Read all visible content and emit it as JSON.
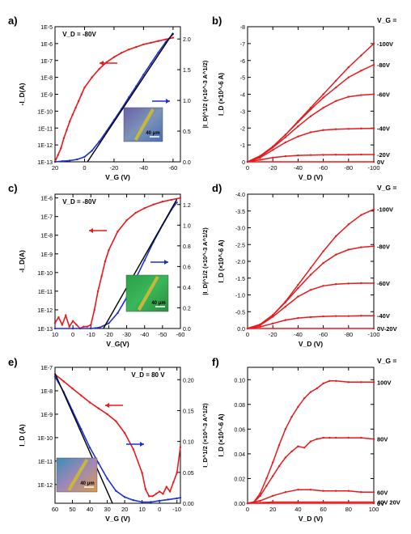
{
  "figure": {
    "colors": {
      "red": "#e8191c",
      "blue": "#1c2fd6",
      "black": "#000000",
      "axis": "#000000"
    },
    "scale_bar_label": "40 μm"
  },
  "chart_data": [
    {
      "id": "a",
      "panel_label": "a)",
      "type": "line",
      "annotation": "V_D = -80V",
      "xlabel": "V_G (V)",
      "ylabel_left": "-I_D(A)",
      "ylabel_right": "|I_D|^1/2 (×10^-3 A^1/2)",
      "x_ticks": [
        20,
        0,
        -20,
        -40,
        -60
      ],
      "xlim": [
        20,
        -65
      ],
      "x_reversed": true,
      "yleft_log": true,
      "yleft_ticks": [
        "1E-13",
        "1E-12",
        "1E-11",
        "1E-10",
        "1E-9",
        "1E-8",
        "1E-7",
        "1E-6",
        "1E-5"
      ],
      "yleft_lim": [
        -13,
        -5
      ],
      "yright_ticks": [
        "0.0",
        "0.5",
        "1.0",
        "1.5",
        "2.0"
      ],
      "yright_lim": [
        0,
        2.2
      ],
      "series": [
        {
          "axis": "left",
          "color": "red",
          "x": [
            20,
            18,
            16,
            14,
            12,
            10,
            8,
            6,
            4,
            2,
            0,
            -5,
            -10,
            -15,
            -20,
            -25,
            -30,
            -35,
            -40,
            -45,
            -50,
            -55,
            -60
          ],
          "y": [
            -13,
            -12.6,
            -12.2,
            -11.6,
            -11.1,
            -10.6,
            -10.2,
            -9.8,
            -9.4,
            -9.0,
            -8.6,
            -8.0,
            -7.5,
            -7.1,
            -6.8,
            -6.55,
            -6.35,
            -6.2,
            -6.05,
            -5.95,
            -5.85,
            -5.75,
            -5.65
          ]
        },
        {
          "axis": "right",
          "color": "blue",
          "x": [
            20,
            15,
            10,
            5,
            0,
            -5,
            -10,
            -15,
            -20,
            -25,
            -30,
            -35,
            -40,
            -45,
            -50,
            -55,
            -60
          ],
          "y": [
            0,
            0.01,
            0.02,
            0.04,
            0.08,
            0.18,
            0.33,
            0.5,
            0.68,
            0.86,
            1.05,
            1.23,
            1.42,
            1.6,
            1.78,
            1.95,
            2.08
          ]
        },
        {
          "axis": "right",
          "color": "black",
          "x": [
            -2,
            -60
          ],
          "y": [
            0,
            2.1
          ]
        }
      ],
      "arrows": [
        {
          "dir": "left",
          "color": "red"
        },
        {
          "dir": "right",
          "color": "blue"
        }
      ]
    },
    {
      "id": "b",
      "panel_label": "b)",
      "type": "line",
      "annotation": "V_G =",
      "xlabel": "V_D (V)",
      "ylabel": "I_D (×10^-6 A)",
      "x_ticks": [
        0,
        -20,
        -40,
        -60,
        -80,
        -100
      ],
      "xlim": [
        0,
        -100
      ],
      "y_ticks": [
        "0",
        "-1",
        "-2",
        "-3",
        "-4",
        "-5",
        "-6",
        "-7",
        "-8"
      ],
      "ylim": [
        0,
        -8
      ],
      "series": [
        {
          "name": "-100V",
          "color": "red",
          "x": [
            0,
            -10,
            -20,
            -30,
            -40,
            -50,
            -60,
            -70,
            -80,
            -90,
            -100
          ],
          "y": [
            0,
            -0.35,
            -0.9,
            -1.6,
            -2.4,
            -3.2,
            -4.0,
            -4.8,
            -5.6,
            -6.3,
            -7.0
          ]
        },
        {
          "name": "-80V",
          "color": "red",
          "x": [
            0,
            -10,
            -20,
            -30,
            -40,
            -50,
            -60,
            -70,
            -80,
            -90,
            -100
          ],
          "y": [
            0,
            -0.35,
            -0.9,
            -1.6,
            -2.35,
            -3.1,
            -3.8,
            -4.4,
            -5.0,
            -5.4,
            -5.75
          ]
        },
        {
          "name": "-60V",
          "color": "red",
          "x": [
            0,
            -10,
            -20,
            -30,
            -40,
            -50,
            -60,
            -70,
            -80,
            -90,
            -100
          ],
          "y": [
            0,
            -0.3,
            -0.85,
            -1.45,
            -2.1,
            -2.7,
            -3.2,
            -3.6,
            -3.85,
            -3.95,
            -4.0
          ]
        },
        {
          "name": "-40V",
          "color": "red",
          "x": [
            0,
            -10,
            -20,
            -30,
            -40,
            -50,
            -60,
            -70,
            -80,
            -90,
            -100
          ],
          "y": [
            0,
            -0.25,
            -0.7,
            -1.15,
            -1.5,
            -1.75,
            -1.88,
            -1.93,
            -1.95,
            -1.97,
            -1.98
          ]
        },
        {
          "name": "-20V",
          "color": "red",
          "x": [
            0,
            -10,
            -20,
            -30,
            -40,
            -50,
            -60,
            -70,
            -80,
            -90,
            -100
          ],
          "y": [
            0,
            -0.12,
            -0.25,
            -0.33,
            -0.38,
            -0.4,
            -0.41,
            -0.42,
            -0.42,
            -0.43,
            -0.43
          ]
        },
        {
          "name": "0V",
          "color": "red",
          "x": [
            0,
            -100
          ],
          "y": [
            0,
            0
          ]
        }
      ]
    },
    {
      "id": "c",
      "panel_label": "c)",
      "type": "line",
      "annotation": "V_D = -80V",
      "xlabel": "V_G(V)",
      "ylabel_left": "-I_D(A)",
      "ylabel_right": "|I_D|^1/2 (×10^-3 A^1/2)",
      "x_ticks": [
        10,
        0,
        -10,
        -20,
        -30,
        -40,
        -50,
        -60
      ],
      "xlim": [
        10,
        -60
      ],
      "x_reversed": true,
      "yleft_log": true,
      "yleft_ticks": [
        "1E-13",
        "1E-12",
        "1E-11",
        "1E-10",
        "1E-9",
        "1E-8",
        "1E-7",
        "1E-6"
      ],
      "yleft_lim": [
        -13,
        -5.8
      ],
      "yright_ticks": [
        "0.0",
        "0.2",
        "0.4",
        "0.6",
        "0.8",
        "1.0",
        "1.2"
      ],
      "yright_lim": [
        0,
        1.3
      ],
      "series": [
        {
          "axis": "left",
          "color": "red",
          "x": [
            10,
            8,
            6,
            4,
            2,
            0,
            -2,
            -4,
            -6,
            -8,
            -10,
            -12,
            -14,
            -16,
            -18,
            -20,
            -25,
            -30,
            -35,
            -40,
            -45,
            -50,
            -55,
            -60
          ],
          "y": [
            -12.7,
            -12.4,
            -12.8,
            -12.3,
            -12.9,
            -12.6,
            -12.8,
            -13,
            -12.9,
            -12.9,
            -12.8,
            -12,
            -11,
            -10.2,
            -9.4,
            -8.8,
            -7.8,
            -7.2,
            -6.8,
            -6.55,
            -6.35,
            -6.2,
            -6.1,
            -6.0
          ]
        },
        {
          "axis": "right",
          "color": "blue",
          "x": [
            10,
            0,
            -10,
            -15,
            -20,
            -25,
            -30,
            -35,
            -40,
            -45,
            -50,
            -55,
            -58
          ],
          "y": [
            0,
            0,
            0,
            0.01,
            0.05,
            0.15,
            0.3,
            0.48,
            0.66,
            0.84,
            1.0,
            1.15,
            1.22
          ]
        },
        {
          "axis": "right",
          "color": "black",
          "x": [
            -17,
            -58
          ],
          "y": [
            0,
            1.25
          ]
        }
      ],
      "arrows": [
        {
          "dir": "left",
          "color": "red"
        },
        {
          "dir": "right",
          "color": "blue"
        }
      ]
    },
    {
      "id": "d",
      "panel_label": "d)",
      "type": "line",
      "annotation": "V_G =",
      "xlabel": "V_D (V)",
      "ylabel": "I_D (×10^-6 A)",
      "x_ticks": [
        0,
        -20,
        -40,
        -60,
        -80,
        -100
      ],
      "xlim": [
        0,
        -100
      ],
      "y_ticks": [
        "0.0",
        "-0.5",
        "-1.0",
        "-1.5",
        "-2.0",
        "-2.5",
        "-3.0",
        "-3.5",
        "-4.0"
      ],
      "ylim": [
        0,
        -4
      ],
      "series": [
        {
          "name": "-100V",
          "color": "red",
          "x": [
            0,
            -10,
            -20,
            -30,
            -40,
            -50,
            -60,
            -70,
            -80,
            -90,
            -100
          ],
          "y": [
            0,
            -0.12,
            -0.4,
            -0.8,
            -1.3,
            -1.8,
            -2.3,
            -2.75,
            -3.1,
            -3.38,
            -3.55
          ]
        },
        {
          "name": "-80V",
          "color": "red",
          "x": [
            0,
            -10,
            -20,
            -30,
            -40,
            -50,
            -60,
            -70,
            -80,
            -90,
            -100
          ],
          "y": [
            0,
            -0.12,
            -0.4,
            -0.78,
            -1.2,
            -1.6,
            -1.95,
            -2.2,
            -2.35,
            -2.42,
            -2.45
          ]
        },
        {
          "name": "-60V",
          "color": "red",
          "x": [
            0,
            -10,
            -20,
            -30,
            -40,
            -50,
            -60,
            -70,
            -80,
            -90,
            -100
          ],
          "y": [
            0,
            -0.1,
            -0.35,
            -0.65,
            -0.95,
            -1.15,
            -1.27,
            -1.32,
            -1.34,
            -1.35,
            -1.35
          ]
        },
        {
          "name": "-40V",
          "color": "red",
          "x": [
            0,
            -10,
            -20,
            -30,
            -40,
            -50,
            -60,
            -70,
            -80,
            -90,
            -100
          ],
          "y": [
            0,
            -0.05,
            -0.15,
            -0.25,
            -0.31,
            -0.34,
            -0.36,
            -0.37,
            -0.37,
            -0.38,
            -0.38
          ]
        },
        {
          "name": "0V-20V",
          "color": "red",
          "x": [
            0,
            -100
          ],
          "y": [
            0,
            0
          ]
        }
      ]
    },
    {
      "id": "e",
      "panel_label": "e)",
      "type": "line",
      "annotation": "V_D = 80 V",
      "xlabel": "V_G (V)",
      "ylabel_left": "I_D (A)",
      "ylabel_right": "I_D^1/2 (×10^-3 A^1/2)",
      "x_ticks": [
        60,
        50,
        40,
        30,
        20,
        10,
        0,
        -10
      ],
      "xlim": [
        60,
        -12
      ],
      "x_reversed": true,
      "yleft_log": true,
      "yleft_ticks": [
        "1E-12",
        "1E-11",
        "1E-10",
        "1E-9",
        "1E-8",
        "1E-7"
      ],
      "yleft_lim": [
        -12.8,
        -7
      ],
      "yright_ticks": [
        "0.00",
        "0.05",
        "0.10",
        "0.15",
        "0.20"
      ],
      "yright_lim": [
        0,
        0.22
      ],
      "series": [
        {
          "axis": "left",
          "color": "red",
          "x": [
            60,
            55,
            50,
            45,
            40,
            35,
            30,
            25,
            20,
            15,
            10,
            8,
            6,
            4,
            2,
            0,
            -2,
            -4,
            -6,
            -8,
            -10,
            -12
          ],
          "y": [
            -7.3,
            -7.6,
            -7.9,
            -8.2,
            -8.5,
            -8.75,
            -9.0,
            -9.3,
            -9.8,
            -10.5,
            -11.5,
            -12.2,
            -12.5,
            -12.5,
            -12.4,
            -12.3,
            -12.4,
            -12.1,
            -12.3,
            -11.9,
            -11.5,
            -10.4
          ]
        },
        {
          "axis": "right",
          "color": "blue",
          "x": [
            60,
            55,
            50,
            45,
            40,
            35,
            30,
            25,
            20,
            15,
            10,
            5,
            0,
            -5,
            -10,
            -12
          ],
          "y": [
            0.205,
            0.18,
            0.15,
            0.12,
            0.09,
            0.065,
            0.04,
            0.02,
            0.01,
            0.005,
            0.002,
            0.002,
            0.004,
            0.006,
            0.008,
            0.009
          ]
        },
        {
          "axis": "right",
          "color": "black",
          "x": [
            60,
            27
          ],
          "y": [
            0.21,
            0
          ]
        }
      ],
      "arrows": [
        {
          "dir": "left",
          "color": "red"
        },
        {
          "dir": "right",
          "color": "blue"
        }
      ]
    },
    {
      "id": "f",
      "panel_label": "f)",
      "type": "line",
      "annotation": "V_G =",
      "xlabel": "V_D (V)",
      "ylabel": "I_D (×10^-6 A)",
      "x_ticks": [
        0,
        20,
        40,
        60,
        80,
        100
      ],
      "xlim": [
        0,
        100
      ],
      "y_ticks": [
        "0.00",
        "0.02",
        "0.04",
        "0.06",
        "0.08",
        "0.10"
      ],
      "ylim": [
        0,
        0.11
      ],
      "series": [
        {
          "name": "100V",
          "color": "red",
          "x": [
            0,
            5,
            10,
            15,
            20,
            25,
            30,
            35,
            40,
            45,
            50,
            55,
            60,
            65,
            70,
            80,
            90,
            100
          ],
          "y": [
            0,
            0.001,
            0.008,
            0.02,
            0.033,
            0.047,
            0.06,
            0.07,
            0.078,
            0.085,
            0.09,
            0.093,
            0.097,
            0.099,
            0.099,
            0.098,
            0.098,
            0.098
          ]
        },
        {
          "name": "80V",
          "color": "red",
          "x": [
            0,
            5,
            10,
            15,
            20,
            25,
            30,
            35,
            40,
            45,
            50,
            55,
            60,
            65,
            70,
            80,
            90,
            100
          ],
          "y": [
            0,
            0.001,
            0.006,
            0.014,
            0.022,
            0.03,
            0.037,
            0.042,
            0.046,
            0.045,
            0.05,
            0.052,
            0.053,
            0.053,
            0.053,
            0.053,
            0.053,
            0.052
          ]
        },
        {
          "name": "60V",
          "color": "red",
          "x": [
            0,
            10,
            20,
            30,
            40,
            50,
            60,
            70,
            80,
            90,
            100
          ],
          "y": [
            0,
            0.002,
            0.006,
            0.009,
            0.011,
            0.011,
            0.01,
            0.01,
            0.01,
            0.009,
            0.009
          ]
        },
        {
          "name": "40V 20V",
          "color": "red",
          "x": [
            0,
            20,
            40,
            60,
            80,
            100
          ],
          "y": [
            0,
            0.001,
            0.001,
            0.001,
            0.001,
            0.001
          ]
        },
        {
          "name": "0V",
          "color": "red",
          "x": [
            0,
            100
          ],
          "y": [
            0,
            0
          ]
        }
      ]
    }
  ]
}
